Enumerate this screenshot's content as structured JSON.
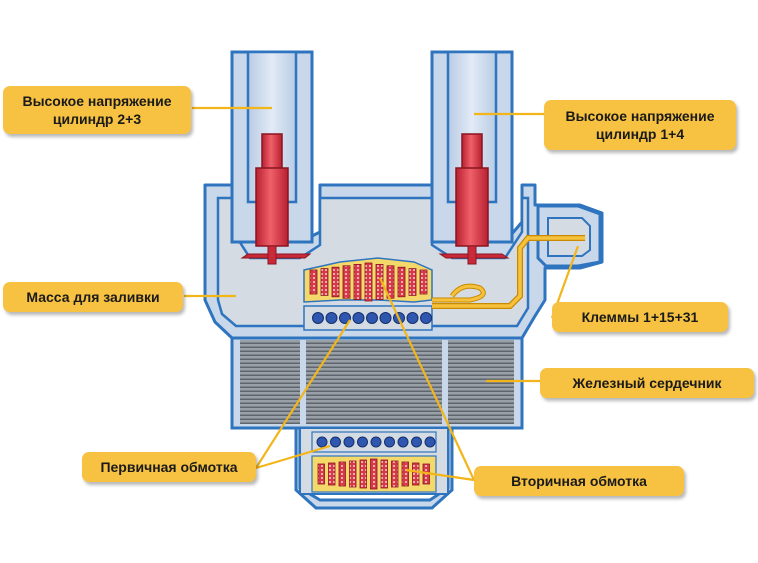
{
  "labels": {
    "high_voltage_23_line1": "Высокое напряжение",
    "high_voltage_23_line2": "цилиндр  2+3",
    "high_voltage_14_line1": "Высокое напряжение",
    "high_voltage_14_line2": "цилиндр  1+4",
    "potting": "Масса для заливки",
    "terminals": "Клеммы 1+15+31",
    "iron_core": "Железный сердечник",
    "primary_winding": "Первичная обмотка",
    "secondary_winding": "Вторичная обмотка"
  },
  "colors": {
    "housing_fill": "#c9d7ea",
    "housing_stroke": "#2f74be",
    "callout": "#f7c242",
    "leader": "#f2b51a",
    "electrode": "#e3394a",
    "winding": "#d63a48",
    "primary_wire": "#2f57b0",
    "core": "#8d939b"
  }
}
